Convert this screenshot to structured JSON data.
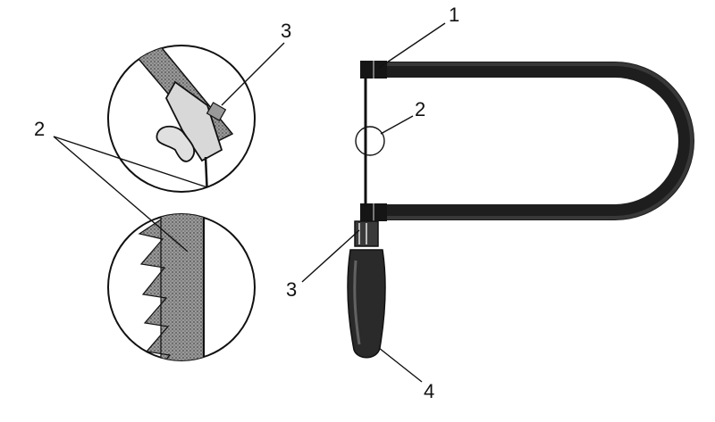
{
  "figure": {
    "labels": {
      "frame": "1",
      "blade_teeth_detail": "2",
      "blade_mark": "2",
      "clamp_detail": "3",
      "clamp": "3",
      "handle": "4"
    }
  },
  "colors": {
    "ink": "#111111",
    "frame": "#1e1e1e",
    "handle": "#2a2a2a",
    "blade_shade": "#8a8a8a"
  }
}
